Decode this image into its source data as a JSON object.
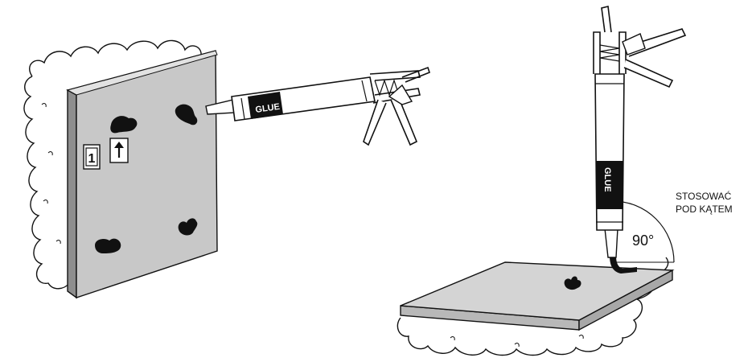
{
  "labels": {
    "step_1": "1",
    "instruction_line1": "STOSOWAĆ",
    "instruction_line2": "POD KĄTEM",
    "angle": "90°",
    "tube_brand_left": "GLUE",
    "tube_brand_right": "GLUE"
  },
  "icons": {
    "step_arrow": "up-arrow-icon"
  },
  "colors": {
    "panel_face": "#c8c8c8",
    "panel_edge": "#8e8e8e",
    "board_top": "#d4d4d4",
    "board_edge": "#b8b8b8",
    "glue": "#111111",
    "outline": "#111111"
  }
}
